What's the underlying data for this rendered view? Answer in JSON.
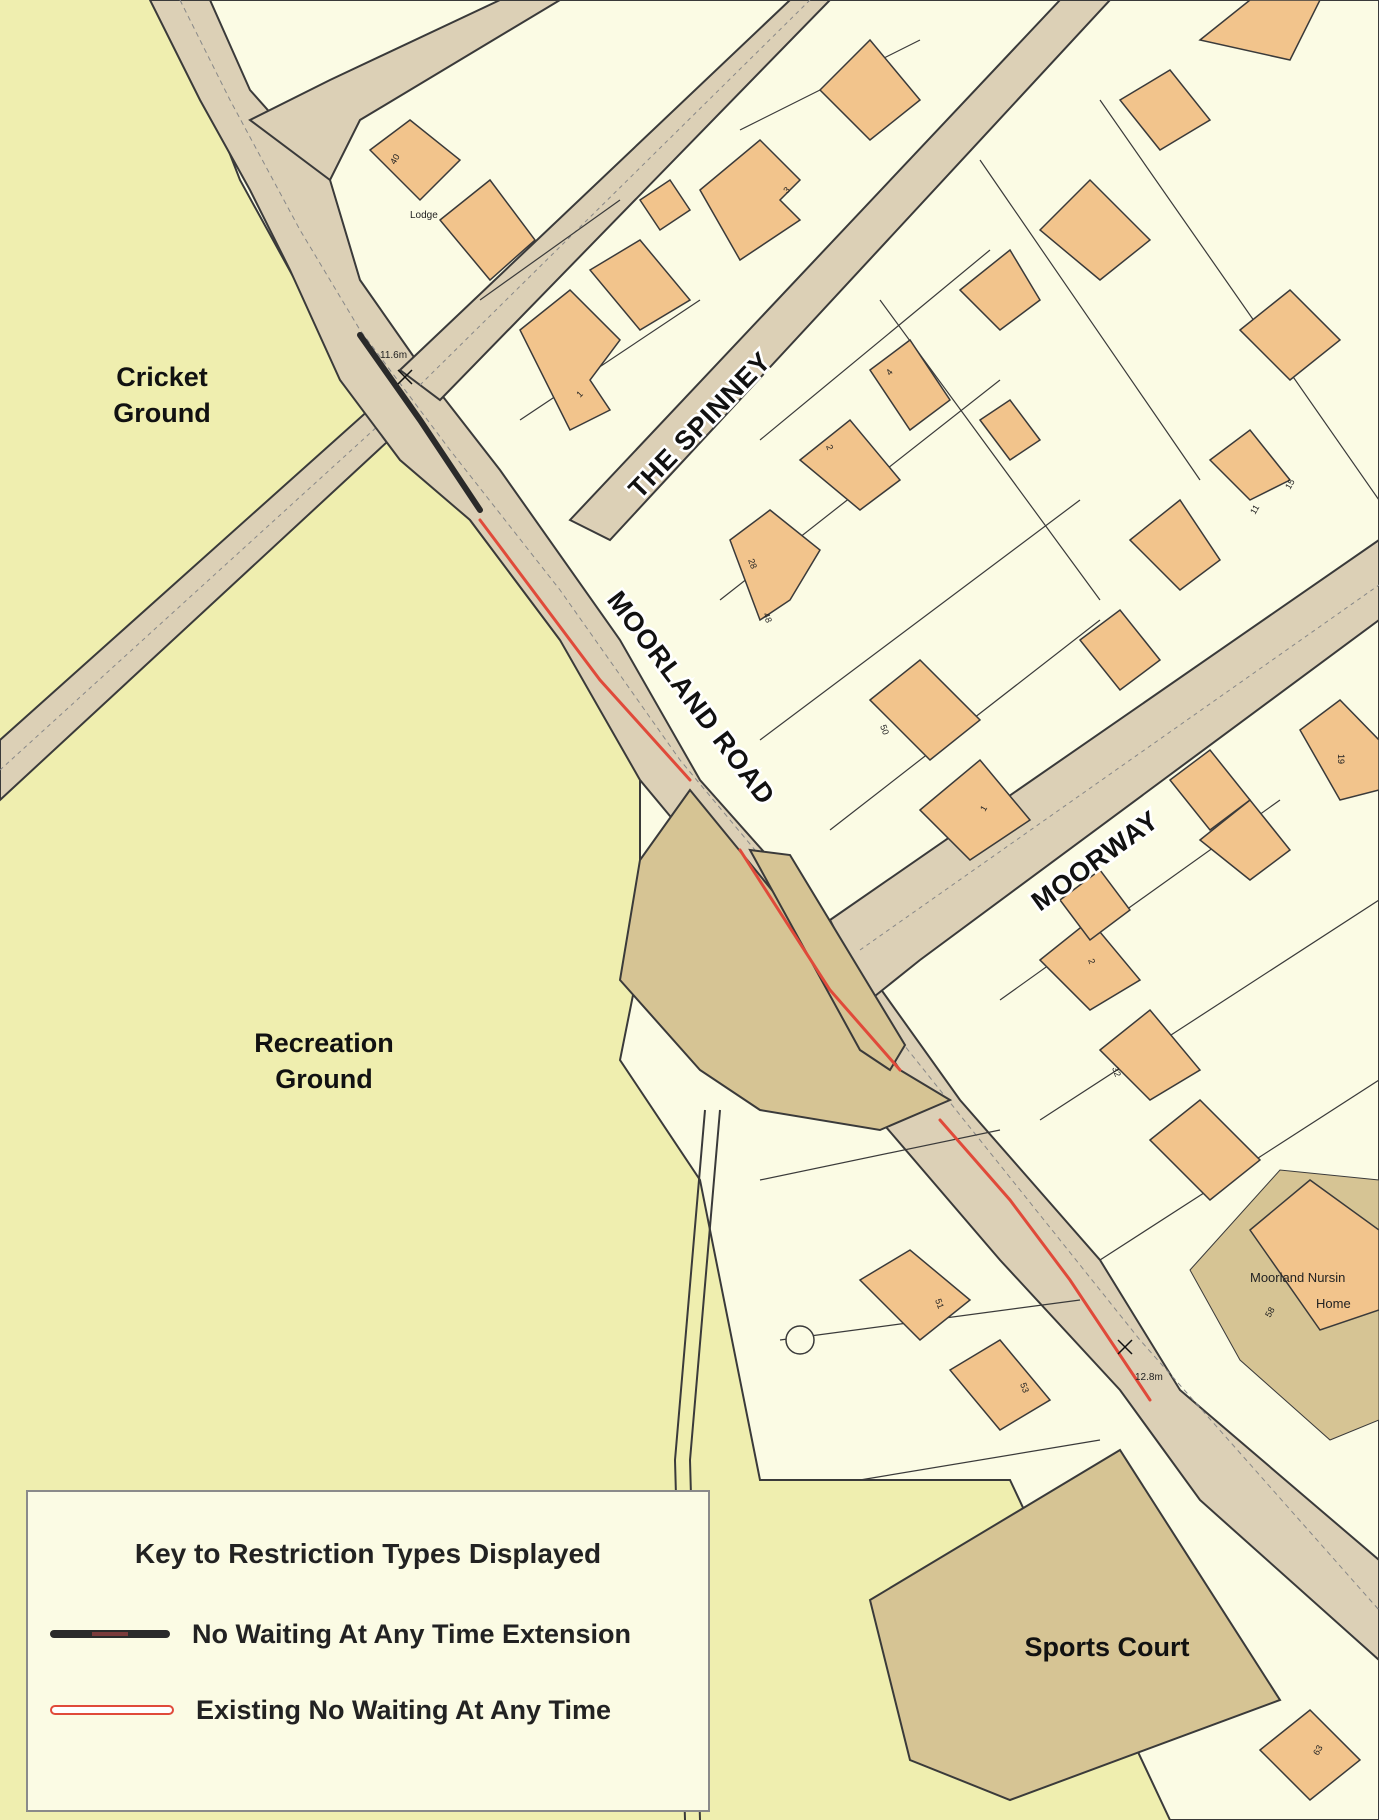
{
  "map": {
    "area_labels": {
      "cricket_ground": [
        "Cricket",
        "Ground"
      ],
      "recreation_ground": [
        "Recreation",
        "Ground"
      ],
      "sports_court": "Sports Court",
      "nursing_home": [
        "Moorland Nursin",
        "Home"
      ],
      "lodge": "Lodge"
    },
    "road_labels": {
      "the_spinney": "THE SPINNEY",
      "moorland_road": "MOORLAND ROAD",
      "moorway": "MOORWAY"
    },
    "spot_heights": {
      "north": "11.6m",
      "south": "12.8m"
    },
    "house_numbers": {
      "n40": "40",
      "n1": "1",
      "n3": "3",
      "n4": "4",
      "n2a": "2",
      "n28": "28",
      "n48": "48",
      "n50": "50",
      "n1b": "1",
      "n11": "11",
      "n15": "15",
      "n19": "19",
      "n2b": "2",
      "n32": "32",
      "n51": "51",
      "n53": "53",
      "n58": "58",
      "n63": "63"
    },
    "colors": {
      "open_space": "#efeeaf",
      "plot": "#fbfbe4",
      "road": "#dcd0b6",
      "building": "#f2c48c",
      "dark_area": "#d6c494",
      "edge": "#3a3a3a",
      "restriction_extension": "#2a2a2a",
      "restriction_existing": "#e04a3a"
    }
  },
  "legend": {
    "title": "Key to Restriction Types Displayed",
    "items": [
      {
        "label": "No Waiting At Any Time Extension"
      },
      {
        "label": "Existing No Waiting At Any Time"
      }
    ]
  }
}
